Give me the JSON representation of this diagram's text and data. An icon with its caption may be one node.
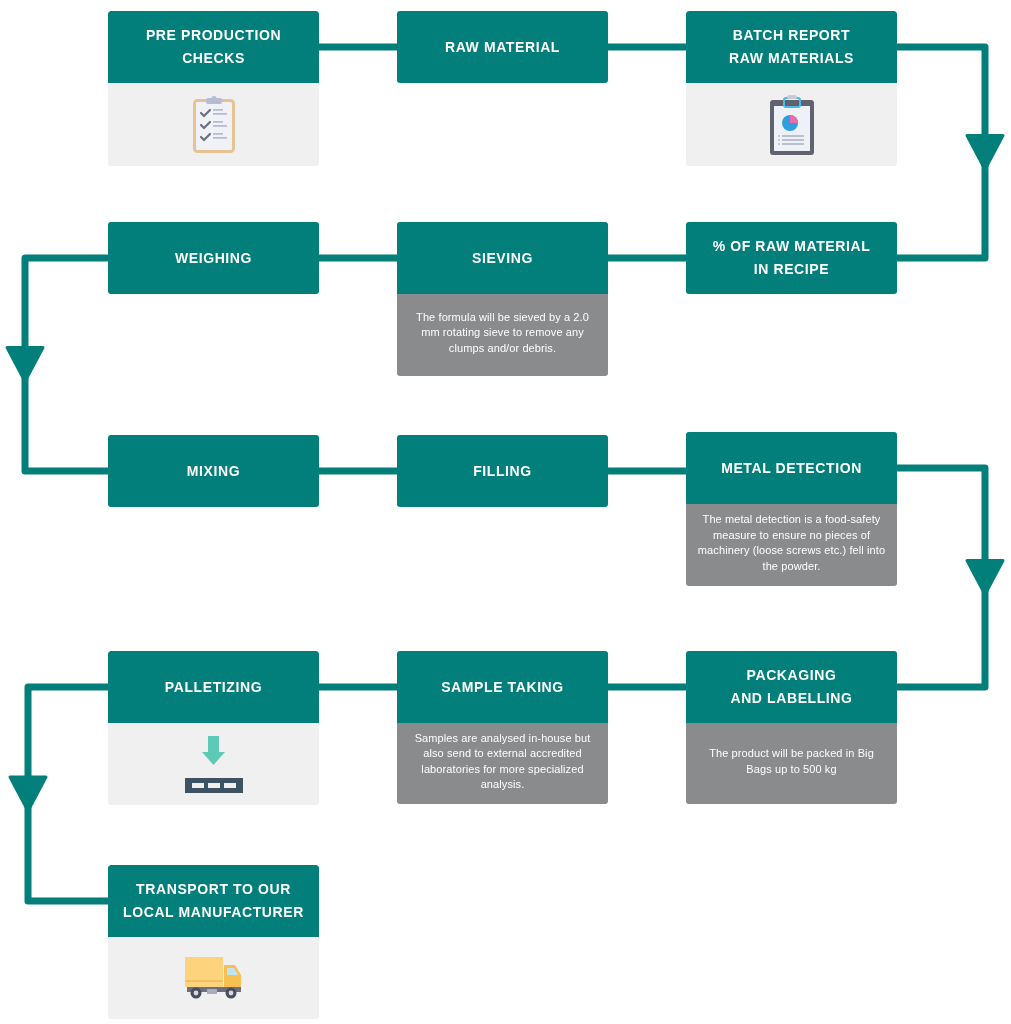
{
  "diagram": {
    "nodes": [
      {
        "text": [
          "PRE PRODUCTION CHECKS"
        ]
      },
      {
        "text": [
          "RAW MATERIAL"
        ]
      },
      {
        "text": [
          "BATCH REPORT RAW MATERIALS"
        ]
      },
      {
        "text": [
          "WEIGHING"
        ]
      },
      {
        "text": [
          "SIEVING",
          "The formula will be sieved by a 2.0 mm rotating sieve to remove any clumps and/or debris."
        ]
      },
      {
        "text": [
          "% OF RAW MATERIAL IN RECIPE"
        ]
      },
      {
        "text": [
          "MIXING"
        ]
      },
      {
        "text": [
          "FILLING"
        ]
      },
      {
        "text": [
          "METAL DETECTION",
          "The metal detection is a food-safety measure to ensure no pieces of machinery (loose screws etc.) fell into the powder."
        ]
      },
      {
        "text": [
          "PALLETIZING"
        ]
      },
      {
        "text": [
          "SAMPLE TAKING",
          "Samples are analysed in-house but also send to external accredited laboratories for more specialized analysis."
        ]
      },
      {
        "text": [
          "PACKAGING AND LABELLING",
          "The product will be packed in Big Bags up to 500 kg"
        ]
      },
      {
        "text": [
          "TRANSPORT TO OUR LOCAL MANUFACTURER"
        ]
      }
    ],
    "edges": [
      {
        "from": 0,
        "to": 1,
        "arrow": "none"
      },
      {
        "from": 1,
        "to": 2,
        "arrow": "none"
      },
      {
        "from": 2,
        "to": 5,
        "arrow": "to"
      },
      {
        "from": 5,
        "to": 4,
        "arrow": "none"
      },
      {
        "from": 4,
        "to": 3,
        "arrow": "none"
      },
      {
        "from": 3,
        "to": 6,
        "arrow": "to"
      },
      {
        "from": 6,
        "to": 7,
        "arrow": "none"
      },
      {
        "from": 7,
        "to": 8,
        "arrow": "none"
      },
      {
        "from": 8,
        "to": 11,
        "arrow": "to"
      },
      {
        "from": 11,
        "to": 10,
        "arrow": "none"
      },
      {
        "from": 10,
        "to": 9,
        "arrow": "none"
      },
      {
        "from": 9,
        "to": 12,
        "arrow": "to"
      }
    ]
  }
}
